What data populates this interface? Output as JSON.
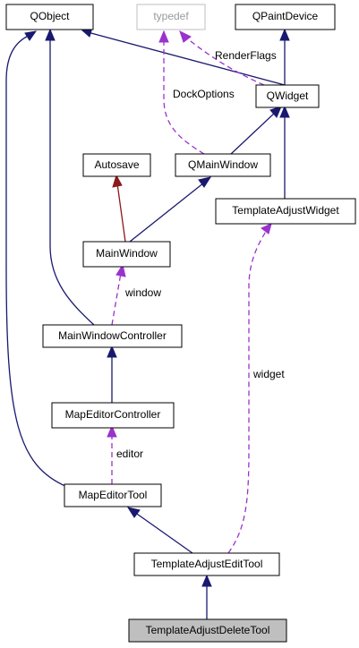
{
  "nodes": {
    "qobject": "QObject",
    "typedef": "typedef",
    "qpaintdevice": "QPaintDevice",
    "qwidget": "QWidget",
    "autosave": "Autosave",
    "qmainwindow": "QMainWindow",
    "templateadjustwidget": "TemplateAdjustWidget",
    "mainwindow": "MainWindow",
    "mainwindowcontroller": "MainWindowController",
    "mapeditorcontroller": "MapEditorController",
    "mapeditortool": "MapEditorTool",
    "templateadjustedittool": "TemplateAdjustEditTool",
    "templateadjustdeletetool": "TemplateAdjustDeleteTool"
  },
  "edge_labels": {
    "renderflags": "RenderFlags",
    "dockoptions": "DockOptions",
    "window": "window",
    "widget": "widget",
    "editor": "editor"
  },
  "colors": {
    "inheritance": "#191970",
    "member": "#9a32cd",
    "autosave": "#8b1a1a",
    "focus_fill": "#bfbfbf"
  }
}
